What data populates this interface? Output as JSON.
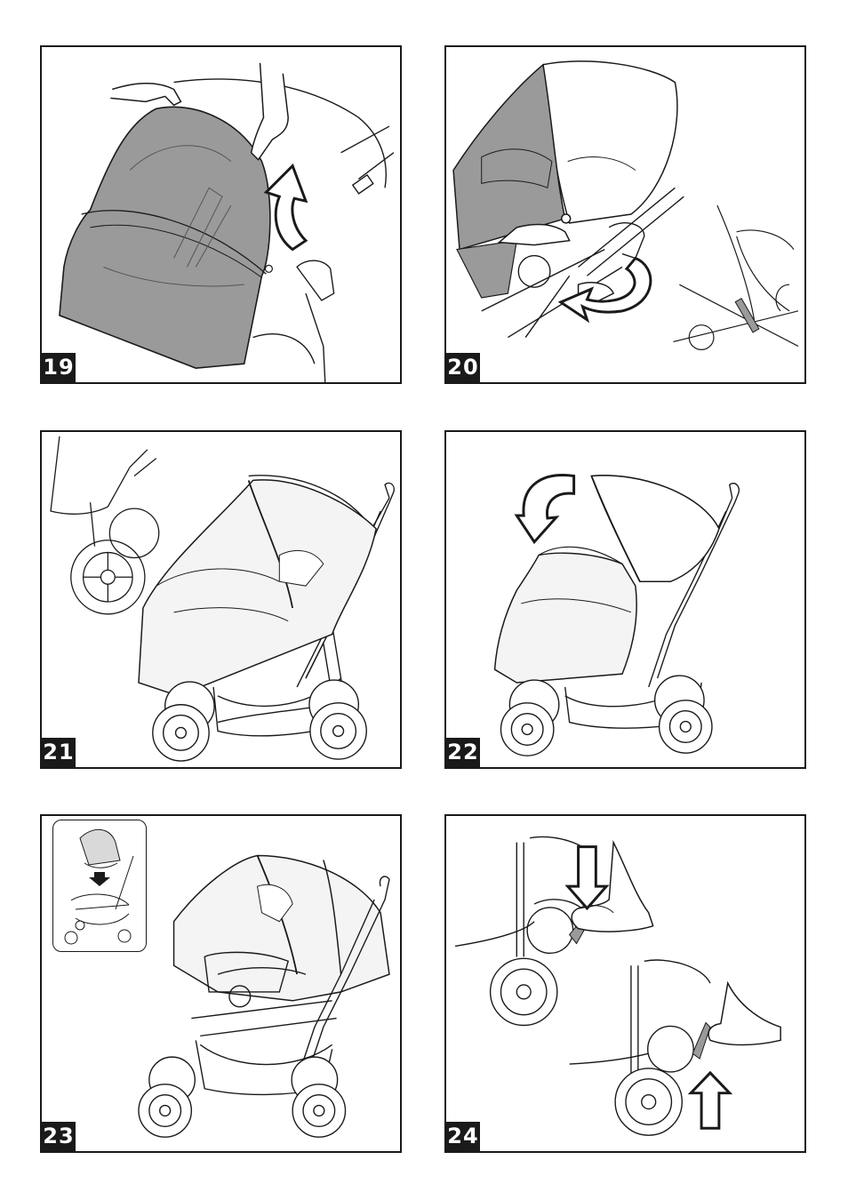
{
  "colors": {
    "line": "#1a1a1a",
    "canopy_fill": "#9a9a9a",
    "light_fill": "#d9d9d9",
    "label_bg": "#1a1a1a",
    "label_fg": "#ffffff"
  },
  "steps": [
    {
      "number": "19",
      "figure": "rain-cover-fitting-over-canopy"
    },
    {
      "number": "20",
      "figure": "rain-cover-fastening-strap"
    },
    {
      "number": "21",
      "figure": "stroller-with-rain-cover"
    },
    {
      "number": "22",
      "figure": "rain-cover-front-folded"
    },
    {
      "number": "23",
      "figure": "travel-system-with-rain-cover"
    },
    {
      "number": "24",
      "figure": "brake-pedal-engage-release"
    }
  ]
}
